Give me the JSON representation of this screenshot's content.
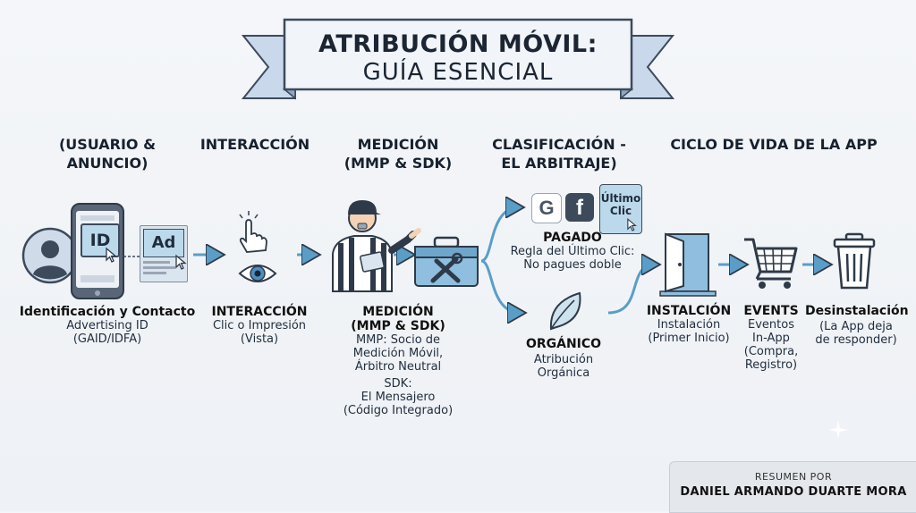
{
  "banner": {
    "title": "ATRIBUCIÓN MÓVIL:",
    "subtitle": "GUÍA ESENCIAL"
  },
  "headers": {
    "h1": [
      "(USUARIO &",
      "ANUNCIO)"
    ],
    "h2": [
      "INTERACCIÓN"
    ],
    "h3": [
      "MEDICIÓN",
      "(MMP & SDK)"
    ],
    "h4": [
      "CLASIFICACIÓN -",
      "EL ARBITRAJE)"
    ],
    "h5": [
      "CICLO DE VIDA DE LA APP"
    ]
  },
  "icons": {
    "id_card": "ID",
    "ad_card": "Ad",
    "last_click_card": [
      "Último",
      "Clic"
    ]
  },
  "user": {
    "title": "Identificación y Contacto",
    "lines": [
      "Advertising ID",
      "(GAID/IDFA)"
    ]
  },
  "interaction": {
    "title": "INTERACCIÓN",
    "lines": [
      "Clic o Impresión",
      "(Vista)"
    ]
  },
  "measurement": {
    "title": [
      "MEDICIÓN",
      "(MMP & SDK)"
    ],
    "lines": [
      "MMP: Socio de",
      "Medición Móvil,",
      "Árbitro Neutral",
      "SDK:",
      "El Mensajero",
      "(Código Integrado)"
    ]
  },
  "paid": {
    "title": "PAGADO",
    "lines": [
      "Regla del Último Clic:",
      "No pagues doble"
    ]
  },
  "organic": {
    "title": "ORGÁNICO",
    "lines": [
      "Atribución",
      "Orgánica"
    ]
  },
  "install": {
    "title": "INSTALCIÓN",
    "lines": [
      "Instalación",
      "(Primer Inicio)"
    ]
  },
  "events": {
    "title": "EVENTS",
    "lines": [
      "Eventos",
      "In-App",
      "(Compra,",
      "Registro)"
    ]
  },
  "uninstall": {
    "title": "Desinstalación",
    "lines": [
      "(La App deja",
      "de responder)"
    ]
  },
  "summary": {
    "label": "RESUMEN POR",
    "author": "DANIEL ARMANDO DUARTE MORA"
  }
}
